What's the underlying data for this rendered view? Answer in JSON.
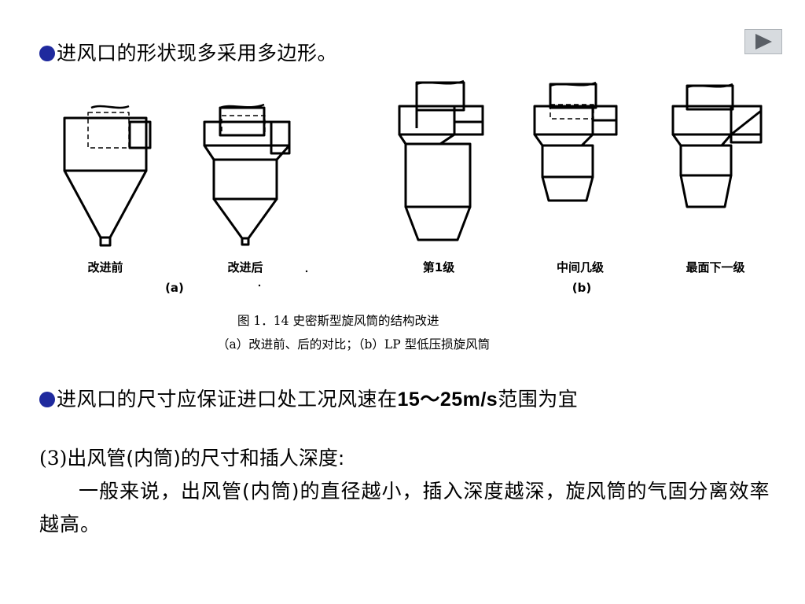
{
  "bullets": [
    {
      "text": "进风口的形状现多采用多边形。"
    },
    {
      "pre": "进风口的尺寸应保证进口处工况风速在",
      "value": "15～25m/s",
      "post": "范围为宜"
    }
  ],
  "figure": {
    "labels": [
      "改进前",
      "改进后",
      "第1级",
      "中间几级",
      "最面下一级"
    ],
    "group_a": "(a)",
    "group_b": "(b)",
    "caption_title": "图 1．14   史密斯型旋风筒的结构改进",
    "caption_sub": "（a）改进前、后的对比；（b）LP 型低压损旋风筒"
  },
  "section3": {
    "number": "(3)",
    "title": "出风管(内筒)的尺寸和插人深度:"
  },
  "paragraph": "一般来说，出风管(内筒)的直径越小，插入深度越深，旋风筒的气固分离效率越高。",
  "icons": {
    "play": "play-icon"
  },
  "colors": {
    "bullet": "#1f2a9e",
    "button": "#d7dbdf",
    "triangle": "#5a5f66"
  }
}
